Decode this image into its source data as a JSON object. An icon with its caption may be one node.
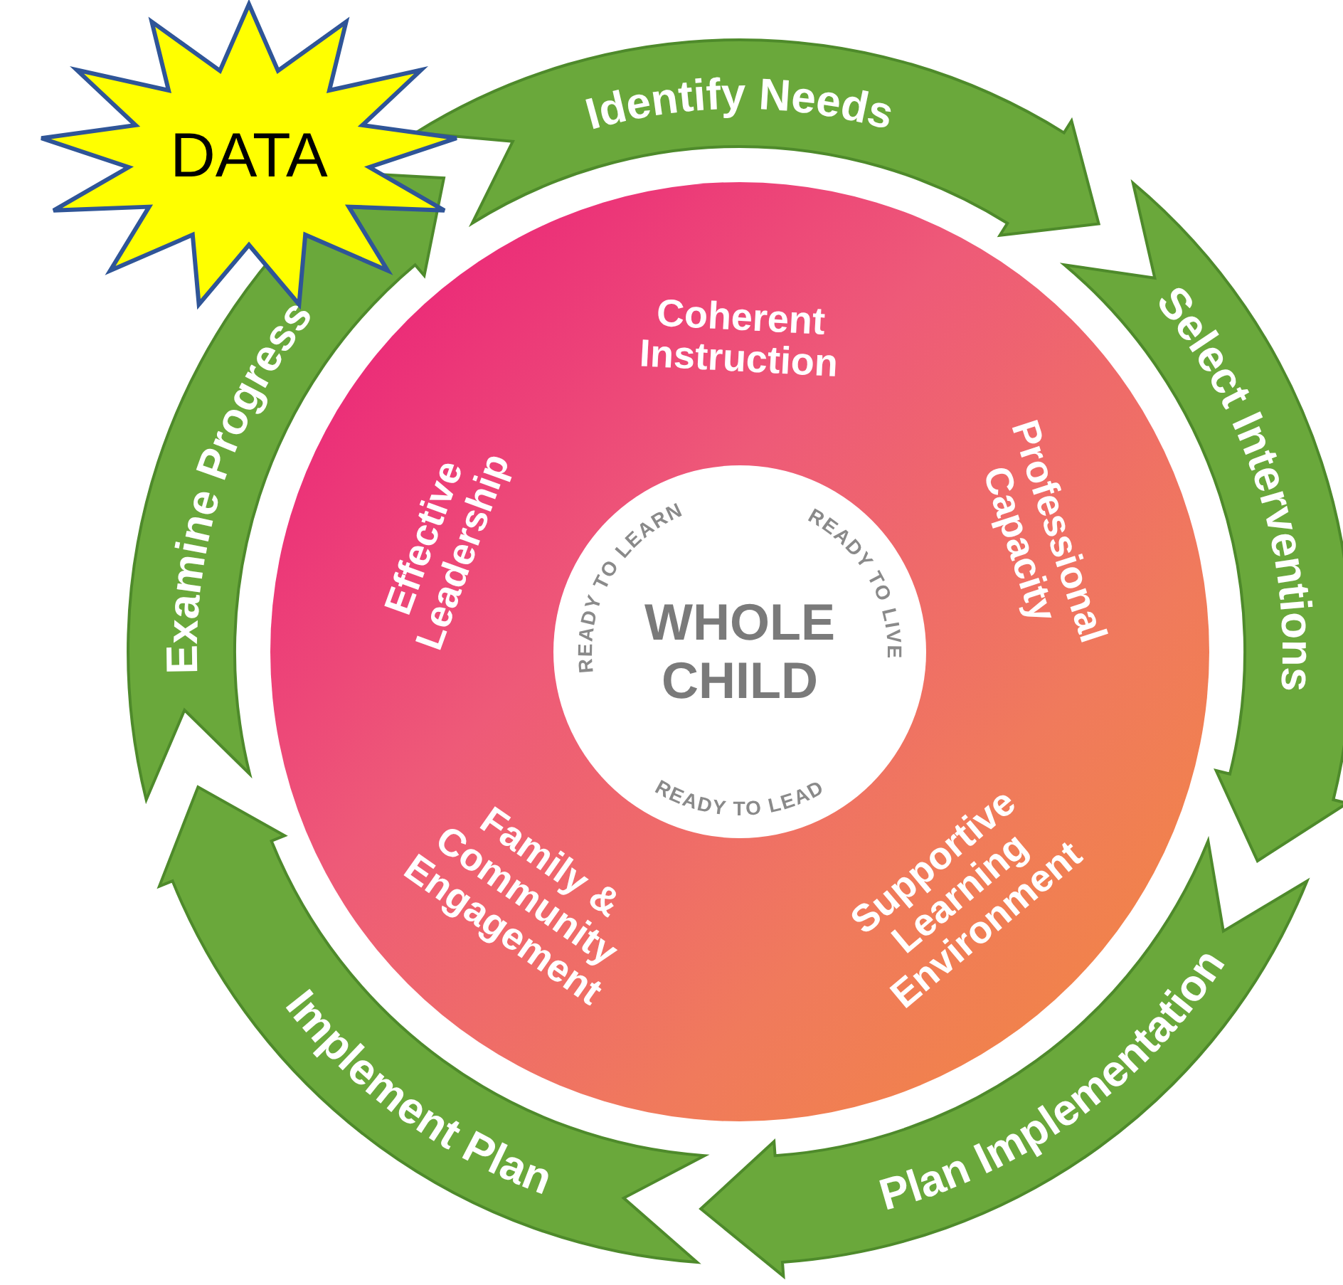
{
  "diagram": {
    "nodes": [
      {
        "text": [
          "DATA"
        ]
      },
      {
        "text": [
          "Identify Needs"
        ]
      },
      {
        "text": [
          "Select Interventions"
        ]
      },
      {
        "text": [
          "Plan Implementation"
        ]
      },
      {
        "text": [
          "Implement Plan"
        ]
      },
      {
        "text": [
          "Examine Progress"
        ]
      },
      {
        "text": [
          "Coherent Instruction",
          "Professional Capacity",
          "Supportive Learning Environment",
          "Family & Community Engagement",
          "Effective Leadership"
        ]
      },
      {
        "text": [
          "WHOLE CHILD",
          "READY TO LEARN",
          "READY TO LIVE",
          "READY TO LEAD"
        ],
        "in": 6
      }
    ]
  }
}
